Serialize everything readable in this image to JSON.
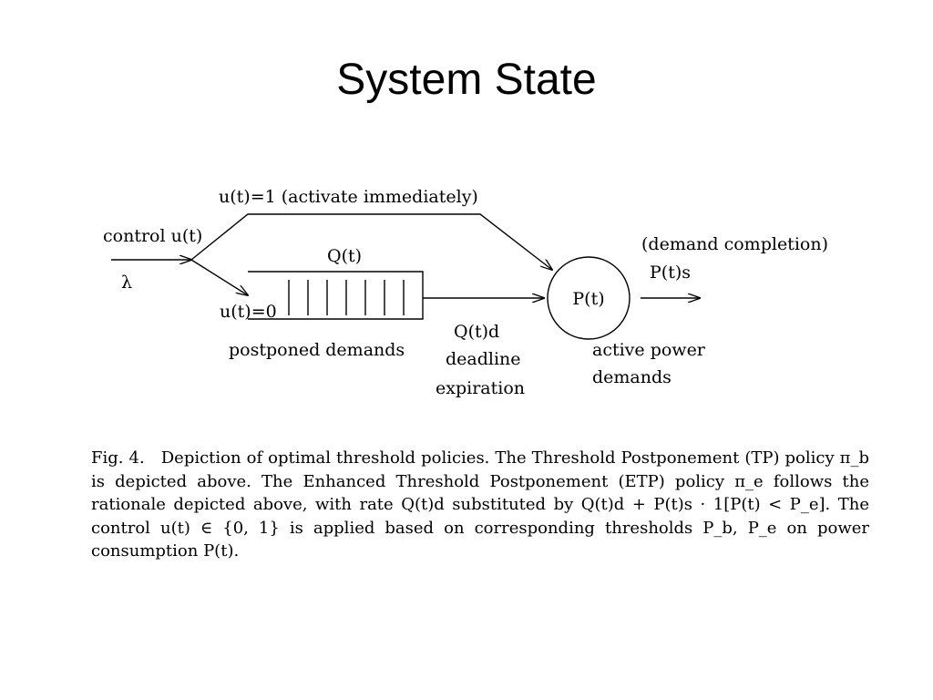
{
  "slide": {
    "title": "System State"
  },
  "diagram": {
    "label_control": "control u(t)",
    "label_lambda": "λ",
    "label_u1": "u(t)=1  (activate immediately)",
    "label_u0": "u(t)=0",
    "label_queue": "Q(t)",
    "label_postponed": "postponed demands",
    "label_qtd": "Q(t)d",
    "label_deadline": "deadline",
    "label_expiration": "expiration",
    "label_node": "P(t)",
    "label_completion": "(demand completion)",
    "label_pts": "P(t)s",
    "label_active1": "active power",
    "label_active2": "demands",
    "queue_slots": 7
  },
  "caption": {
    "fig": "Fig. 4.",
    "text": "Depiction of optimal threshold policies. The Threshold Postponement (TP) policy π_b is depicted above. The Enhanced Threshold Postponement (ETP) policy π_e follows the rationale depicted above, with rate Q(t)d substituted by Q(t)d + P(t)s · 1[P(t) < P_e]. The control u(t) ∈ {0, 1} is applied based on corresponding thresholds P_b, P_e on power consumption P(t)."
  }
}
